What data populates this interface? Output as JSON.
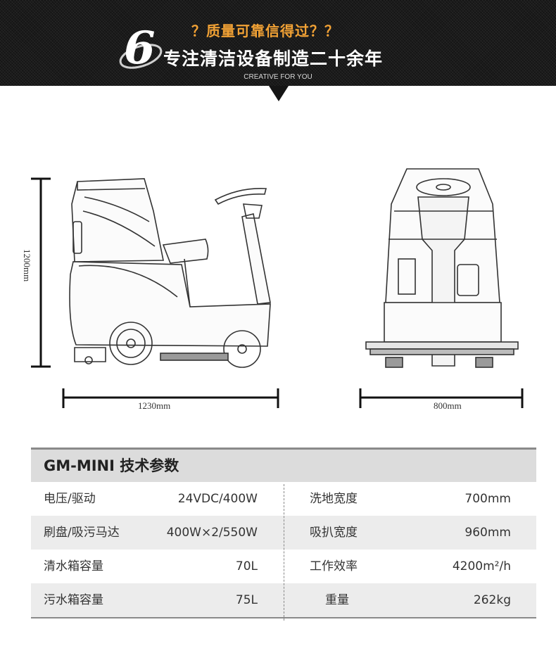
{
  "banner": {
    "logo_digit": "6",
    "question": "？质量可靠信得过？？",
    "slogan": "专注清洁设备制造二十余年",
    "tagline": "CREATIVE FOR YOU"
  },
  "drawing": {
    "height_label": "1200mm",
    "side_width_label": "1230mm",
    "front_width_label": "800mm"
  },
  "specs": {
    "title": "GM-MINI 技术参数",
    "rows": [
      {
        "label1": "电压/驱动",
        "value1": "24VDC/400W",
        "label2": "洗地宽度",
        "value2": "700mm"
      },
      {
        "label1": "刷盘/吸污马达",
        "value1": "400W×2/550W",
        "label2": "吸扒宽度",
        "value2": "960mm"
      },
      {
        "label1": "清水箱容量",
        "value1": "70L",
        "label2": "工作效率",
        "value2": "4200m²/h"
      },
      {
        "label1": "污水箱容量",
        "value1": "75L",
        "label2": "重量",
        "value2": "262kg"
      }
    ]
  }
}
